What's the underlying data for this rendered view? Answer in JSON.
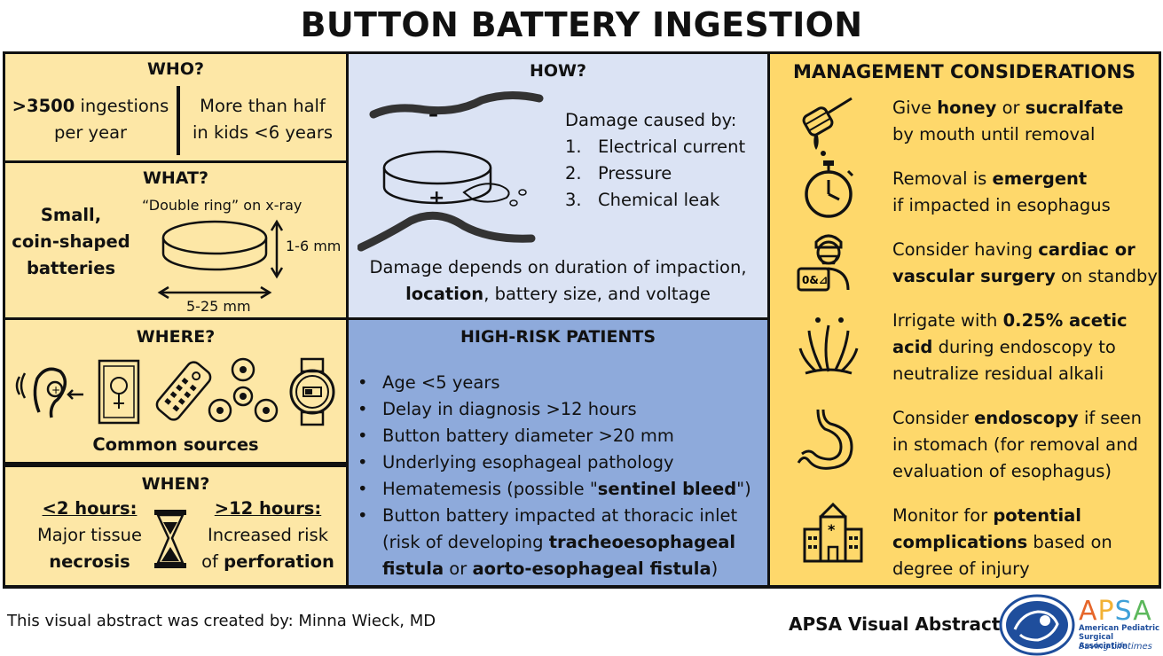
{
  "title": "BUTTON BATTERY INGESTION",
  "who": {
    "heading": "WHO?",
    "left_bold": ">3500",
    "left_rest": " ingestions",
    "left_line2": "per year",
    "right_line1": "More than half",
    "right_line2": "in kids <6 years"
  },
  "what": {
    "heading": "WHAT?",
    "desc_line1": "Small,",
    "desc_line2": "coin-shaped",
    "desc_line3": "batteries",
    "xray_note": "“Double ring” on x-ray",
    "height_label": "1-6 mm",
    "width_label": "5-25 mm"
  },
  "where": {
    "heading": "WHERE?",
    "caption": "Common sources"
  },
  "when": {
    "heading": "WHEN?",
    "left_title": "<2 hours:",
    "left_line1": "Major tissue",
    "left_line2": "necrosis",
    "right_title": ">12 hours:",
    "right_line1": "Increased risk",
    "right_prefix": "of ",
    "right_bold": "perforation"
  },
  "how": {
    "heading": "HOW?",
    "damage_title": "Damage caused by:",
    "causes": [
      {
        "n": "1.",
        "text": "Electrical current"
      },
      {
        "n": "2.",
        "text": "Pressure"
      },
      {
        "n": "3.",
        "text": "Chemical leak"
      }
    ],
    "minus": "–",
    "plus": "+",
    "depends_line1": "Damage depends on duration of impaction,",
    "depends_bold": "location",
    "depends_rest": ", battery size, and voltage"
  },
  "high_risk": {
    "heading": "HIGH-RISK PATIENTS",
    "bullet": "•",
    "items": [
      "Age <5 years",
      "Delay in diagnosis >12 hours",
      "Button battery diameter >20 mm",
      "Underlying esophageal pathology"
    ],
    "hematemesis_pre": "Hematemesis (possible \"",
    "hematemesis_bold": "sentinel bleed",
    "hematemesis_post": "\")",
    "inlet_line1": "Button battery impacted at thoracic inlet",
    "inlet_pre": "(risk of developing ",
    "inlet_bold1": "tracheoesophageal fistula",
    "inlet_mid": " or ",
    "inlet_bold2": "aorto-esophageal fistula",
    "inlet_post": ")"
  },
  "management": {
    "heading": "MANAGEMENT CONSIDERATIONS",
    "honey": {
      "pre": "Give ",
      "b1": "honey",
      "mid": " or ",
      "b2": "sucralfate",
      "line2": "by mouth until removal"
    },
    "removal": {
      "pre": "Removal is ",
      "b1": "emergent",
      "line2": "if impacted in esophagus"
    },
    "surgery": {
      "pre": "Consider having ",
      "b1": "cardiac or",
      "b2": "vascular surgery",
      "post": " on standby"
    },
    "irrigate": {
      "pre": "Irrigate with ",
      "b1": "0.25% acetic",
      "b2": "acid",
      "post": " during endoscopy to",
      "line3": "neutralize residual alkali"
    },
    "endoscopy": {
      "pre": "Consider ",
      "b1": "endoscopy",
      "post": " if seen",
      "line2": "in stomach (for removal and",
      "line3": "evaluation of esophagus)"
    },
    "monitor": {
      "pre": "Monitor for ",
      "b1": "potential",
      "b2": "complications",
      "post": " based on",
      "line3": "degree of injury"
    }
  },
  "footer": {
    "credit": "This visual abstract was created by: Minna Wieck, MD",
    "series": "APSA Visual Abstracts",
    "apsa": "APSA",
    "apsa_name_line1": "American Pediatric",
    "apsa_name_line2": "Surgical Association",
    "apsa_tagline": "Saving Lifetimes"
  },
  "colors": {
    "panel_yellow": "#fde7a6",
    "panel_blue_light": "#dbe3f4",
    "panel_blue_mid": "#8eaadb",
    "panel_yellow_strong": "#fed86b",
    "apsa_blue": "#1f4e9c"
  },
  "icons": [
    "hearing-aid-icon",
    "musical-card-icon",
    "remote-control-icon",
    "fidget-spinner-icon",
    "smartwatch-icon",
    "hourglass-icon",
    "honey-dipper-icon",
    "stopwatch-icon",
    "surgeon-icon",
    "splash-icon",
    "stomach-icon",
    "hospital-icon",
    "apsa-logo-icon"
  ]
}
